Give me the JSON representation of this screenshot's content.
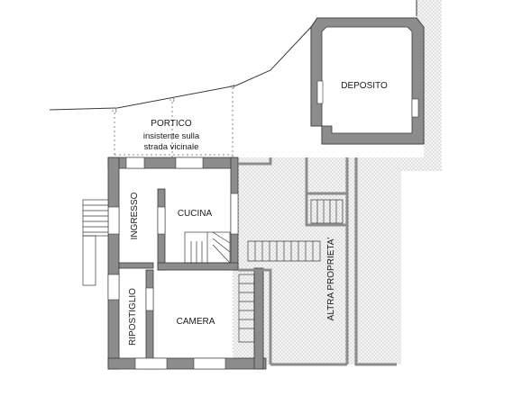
{
  "rooms": {
    "deposito": "DEPOSITO",
    "portico": "PORTICO",
    "portico_note_1": "insistente sulla",
    "portico_note_2": "strada vicinale",
    "cucina": "CUCINA",
    "ingresso": "INGRESSO",
    "ripostiglio": "RIPOSTIGLIO",
    "camera": "CAMERA",
    "altra_proprieta": "ALTRA PROPRIETA'"
  },
  "colors": {
    "wall": "#8c8c8c",
    "line": "#3a3a3a",
    "hatch": "#c8c8c8",
    "background": "#ffffff"
  }
}
